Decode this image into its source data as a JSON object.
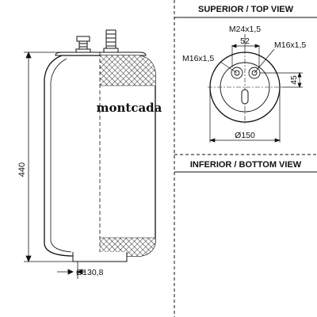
{
  "views": {
    "top_header": "SUPERIOR / TOP VIEW",
    "bottom_header": "INFERIOR / BOTTOM VIEW"
  },
  "product": {
    "brand": "montcada",
    "height_label": "440",
    "base_diameter_label": "Ø130,8"
  },
  "top_view": {
    "center_thread": "M24x1,5",
    "spacing": "52",
    "left_thread": "M16x1,5",
    "right_thread": "M16x1,5",
    "offset": "45",
    "diameter": "Ø150"
  }
}
